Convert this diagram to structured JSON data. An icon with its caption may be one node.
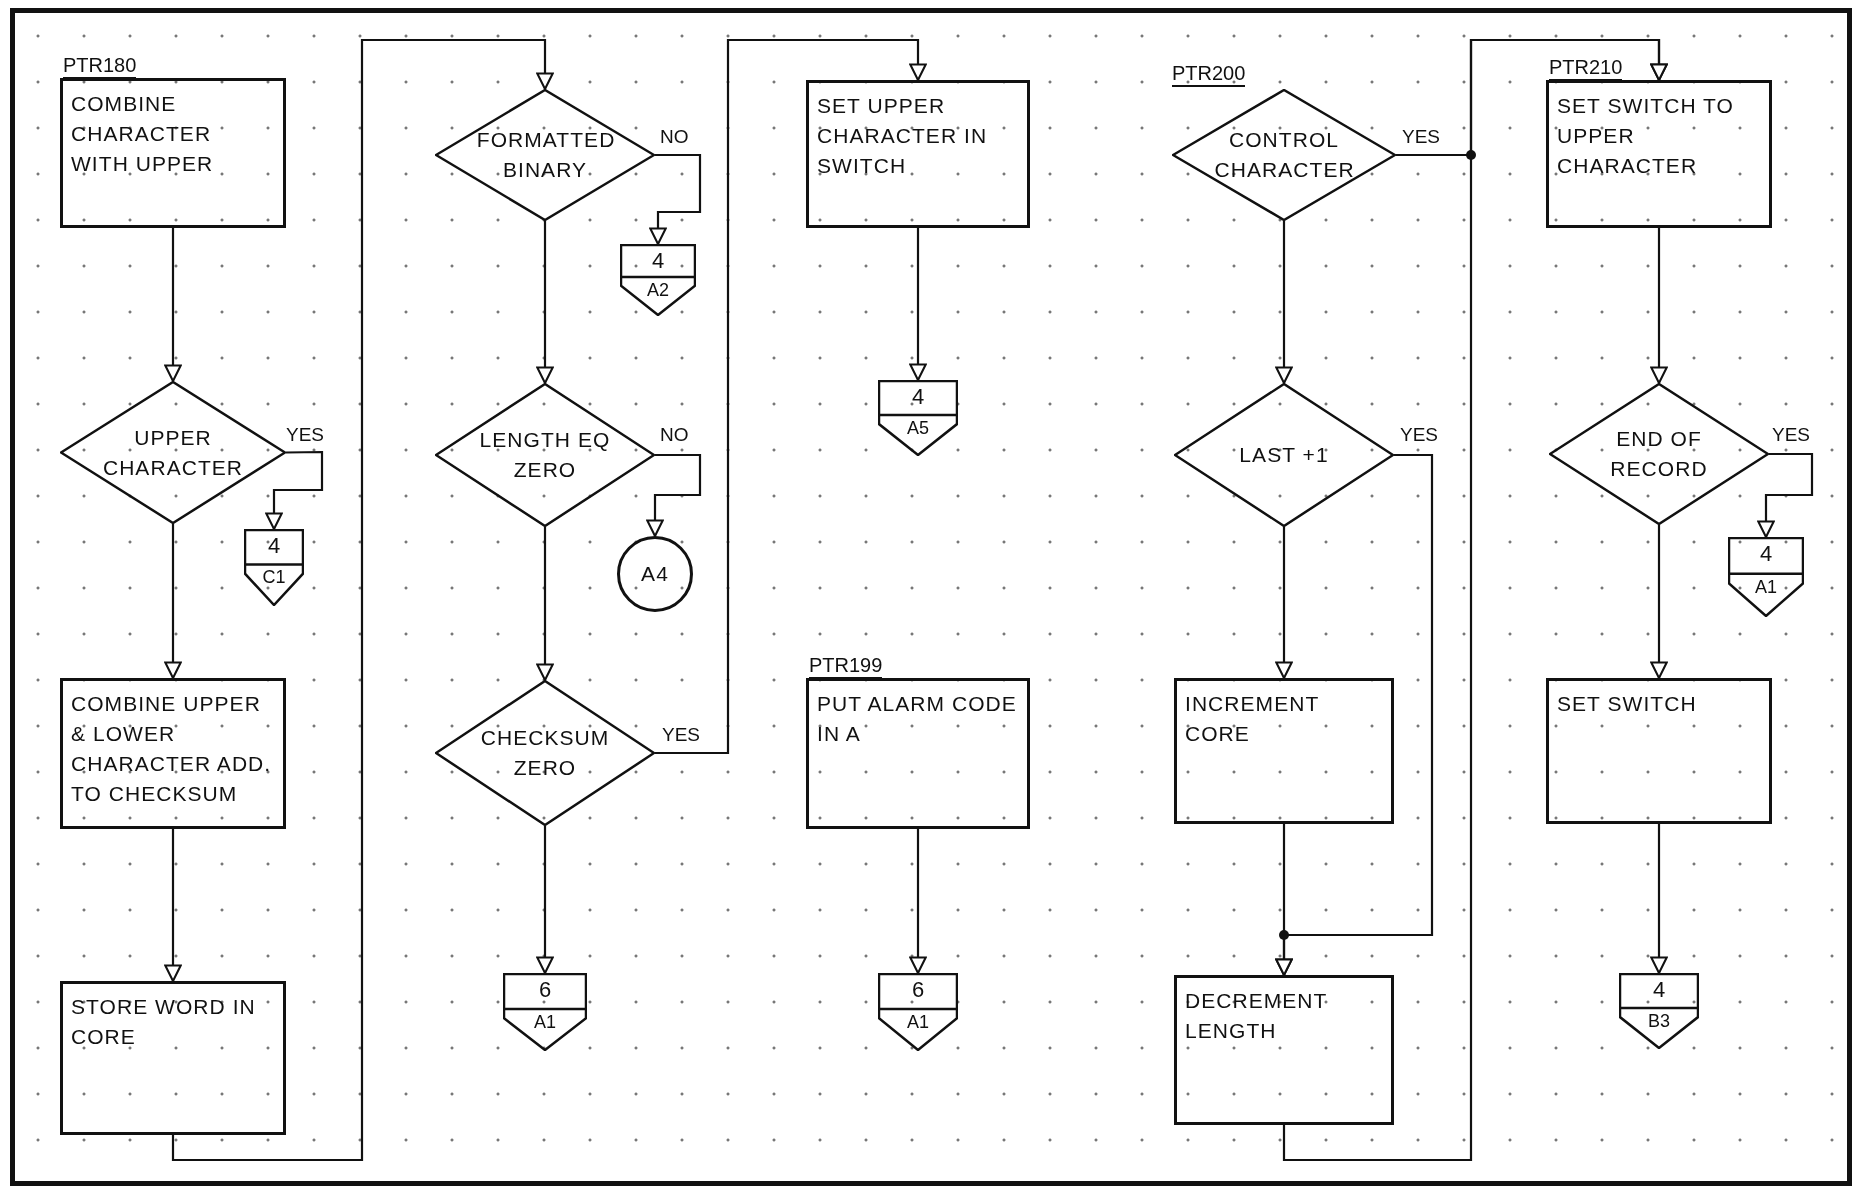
{
  "diagram": {
    "nodes": [
      {
        "text": [
          "COMBINE CHARACTER WITH UPPER"
        ],
        "beside": [
          "PTR180"
        ]
      },
      {
        "text": [
          "UPPER CHARACTER"
        ]
      },
      {
        "text": [
          "4",
          "C1"
        ]
      },
      {
        "text": [
          "COMBINE UPPER & LOWER CHARACTER ADD. TO CHECKSUM"
        ]
      },
      {
        "text": [
          "STORE WORD IN CORE"
        ]
      },
      {
        "text": [
          "FORMATTED BINARY"
        ]
      },
      {
        "text": [
          "4",
          "A2"
        ]
      },
      {
        "text": [
          "LENGTH EQ ZERO"
        ]
      },
      {
        "text": [
          "A4"
        ]
      },
      {
        "text": [
          "CHECKSUM ZERO"
        ]
      },
      {
        "text": [
          "6",
          "A1"
        ]
      },
      {
        "text": [
          "SET UPPER CHARACTER IN SWITCH"
        ]
      },
      {
        "text": [
          "4",
          "A5"
        ]
      },
      {
        "text": [
          "PUT ALARM CODE IN A"
        ],
        "beside": [
          "PTR199"
        ]
      },
      {
        "text": [
          "6",
          "A1"
        ]
      },
      {
        "text": [
          "CONTROL CHARACTER"
        ],
        "beside": [
          "PTR200"
        ]
      },
      {
        "text": [
          "LAST +1"
        ]
      },
      {
        "text": [
          "INCREMENT CORE"
        ]
      },
      {
        "text": [
          "DECREMENT LENGTH"
        ]
      },
      {
        "text": [
          "SET SWITCH TO UPPER CHARACTER"
        ],
        "beside": [
          "PTR210"
        ]
      },
      {
        "text": [
          "END OF RECORD"
        ]
      },
      {
        "text": [
          "4",
          "A1"
        ]
      },
      {
        "text": [
          "SET SWITCH"
        ]
      },
      {
        "text": [
          "4",
          "B3"
        ]
      }
    ],
    "edges": [
      {
        "from": 0,
        "to": 1,
        "arrow": "to"
      },
      {
        "from": 1,
        "to": 2,
        "arrow": "to",
        "label": "YES"
      },
      {
        "from": 1,
        "to": 3,
        "arrow": "to"
      },
      {
        "from": 3,
        "to": 4,
        "arrow": "to"
      },
      {
        "from": 4,
        "to": 5,
        "arrow": "to"
      },
      {
        "from": 5,
        "to": 6,
        "arrow": "to",
        "label": "NO"
      },
      {
        "from": 5,
        "to": 7,
        "arrow": "to"
      },
      {
        "from": 7,
        "to": 8,
        "arrow": "to",
        "label": "NO"
      },
      {
        "from": 7,
        "to": 9,
        "arrow": "to"
      },
      {
        "from": 9,
        "to": 10,
        "arrow": "to"
      },
      {
        "from": 9,
        "to": 11,
        "arrow": "to",
        "label": "YES"
      },
      {
        "from": 11,
        "to": 12,
        "arrow": "to"
      },
      {
        "from": 13,
        "to": 14,
        "arrow": "to"
      },
      {
        "from": 15,
        "to": 16,
        "arrow": "to"
      },
      {
        "from": 15,
        "to": 19,
        "arrow": "to",
        "label": "YES"
      },
      {
        "from": 16,
        "to": 17,
        "arrow": "to"
      },
      {
        "from": 16,
        "to": 18,
        "arrow": "to",
        "label": "YES"
      },
      {
        "from": 17,
        "to": 18,
        "arrow": "to"
      },
      {
        "from": 18,
        "to": 19,
        "arrow": "to"
      },
      {
        "from": 19,
        "to": 20,
        "arrow": "to"
      },
      {
        "from": 20,
        "to": 21,
        "arrow": "to",
        "label": "YES"
      },
      {
        "from": 20,
        "to": 22,
        "arrow": "to"
      },
      {
        "from": 22,
        "to": 23,
        "arrow": "to"
      }
    ]
  }
}
